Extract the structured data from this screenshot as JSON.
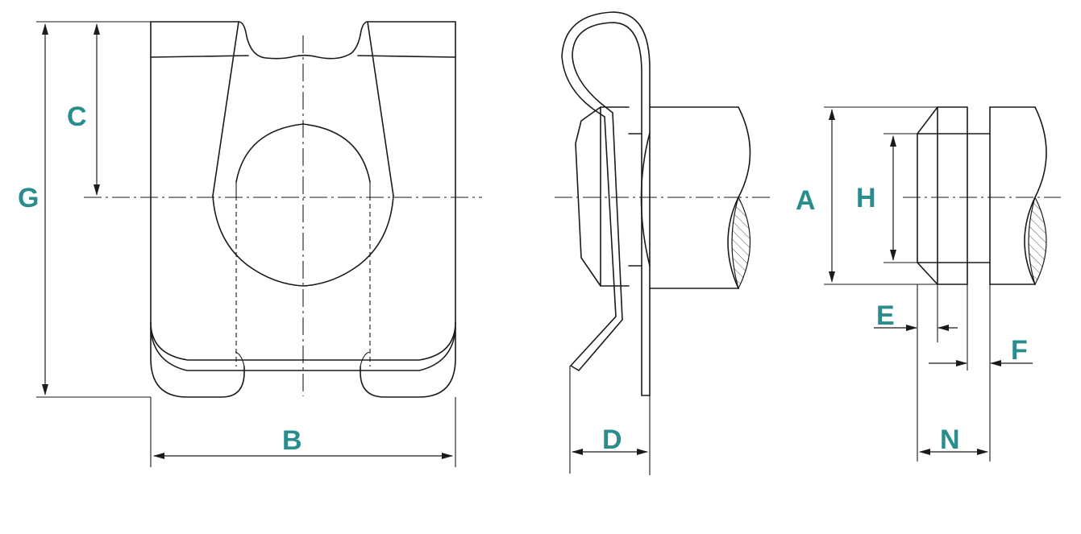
{
  "label_color": "#2a8c8c",
  "line_color": "#1a1a1a",
  "dimension_labels": {
    "A": "A",
    "B": "B",
    "C": "C",
    "D": "D",
    "E": "E",
    "F": "F",
    "G": "G",
    "H": "H",
    "N": "N"
  }
}
